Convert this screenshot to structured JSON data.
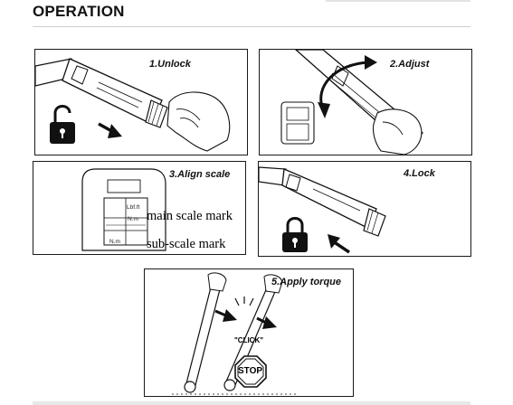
{
  "heading": "OPERATION",
  "steps": [
    {
      "label": "1.Unlock"
    },
    {
      "label": "2.Adjust"
    },
    {
      "label": "3.Align scale"
    },
    {
      "label": "4.Lock"
    },
    {
      "label": "5.Apply torque"
    }
  ],
  "scale_labels": {
    "unit_lbf": "Lbf.ft",
    "unit_nm": "N.m",
    "unit_nm_small": "N.m"
  },
  "annotations": {
    "main_scale": "main scale mark",
    "sub_scale": "sub-scale mark"
  },
  "sounds": {
    "click": "\"CLICK\""
  },
  "signs": {
    "stop": "STOP"
  }
}
